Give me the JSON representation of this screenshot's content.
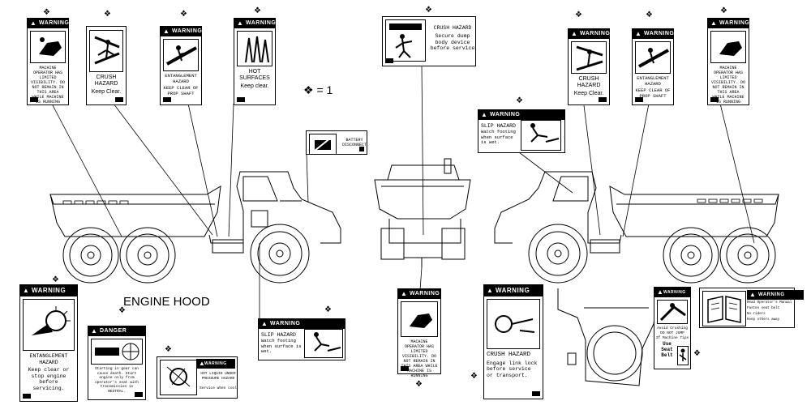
{
  "legend": {
    "symbol": "❖",
    "equals": "= 1"
  },
  "engine_hood_label": "ENGINE HOOD",
  "headers": {
    "warning": "WARNING",
    "danger": "DANGER"
  },
  "decals": {
    "visibility": "MACHINE OPERATOR HAS LIMITED VISIBILITY. DO NOT REMAIN IN THIS AREA WHILE MACHINE IS RUNNING",
    "crush_left": {
      "title": "CRUSH HAZARD",
      "body": "Keep Clear."
    },
    "entangle_prop": {
      "title": "ENTANGLEMENT HAZARD",
      "body": "KEEP CLEAR OF PROP SHAFT"
    },
    "hot_surfaces": {
      "title": "HOT SURFACES",
      "body": "Keep clear."
    },
    "crush_dump": {
      "title": "CRUSH HAZARD",
      "body": "Secure dump body device before service"
    },
    "battery": {
      "label": "BATTERY DISCONNECT"
    },
    "crush_right": {
      "title": "CRUSH HAZARD",
      "body": "Keep Clear."
    },
    "entangle_prop_right": {
      "title": "ENTANGLEMENT HAZARD",
      "body": "KEEP CLEAR OF PROP SHAFT"
    },
    "slip_right": {
      "title": "SLIP HAZARD",
      "body": "Watch footing when surface is wet."
    },
    "entangle_engine": {
      "title": "ENTANGLEMENT HAZARD",
      "body": "Keep clear or stop engine before servicing."
    },
    "danger_start": {
      "body": "Starting in gear can cause death. Start engine only from operator's seat with transmission in NEUTRAL."
    },
    "hot_liquid": {
      "body": "HOT LIQUID UNDER PRESSURE HAZARD",
      "sub": "Service when cool"
    },
    "slip_center": {
      "title": "SLIP HAZARD",
      "body": "Watch footing when surface is wet."
    },
    "crush_link": {
      "title": "CRUSH HAZARD",
      "body": "Engage link lock before service or transport."
    },
    "seatbelt": {
      "top": "Avoid Crushing",
      "mid": "DO NOT JUMP",
      "bot": "If Machine Tips",
      "use": "Use Seat Belt"
    },
    "manual": {
      "items": [
        "Read Operator's Manual",
        "Fasten seat belt",
        "No riders",
        "Keep others away"
      ]
    }
  }
}
